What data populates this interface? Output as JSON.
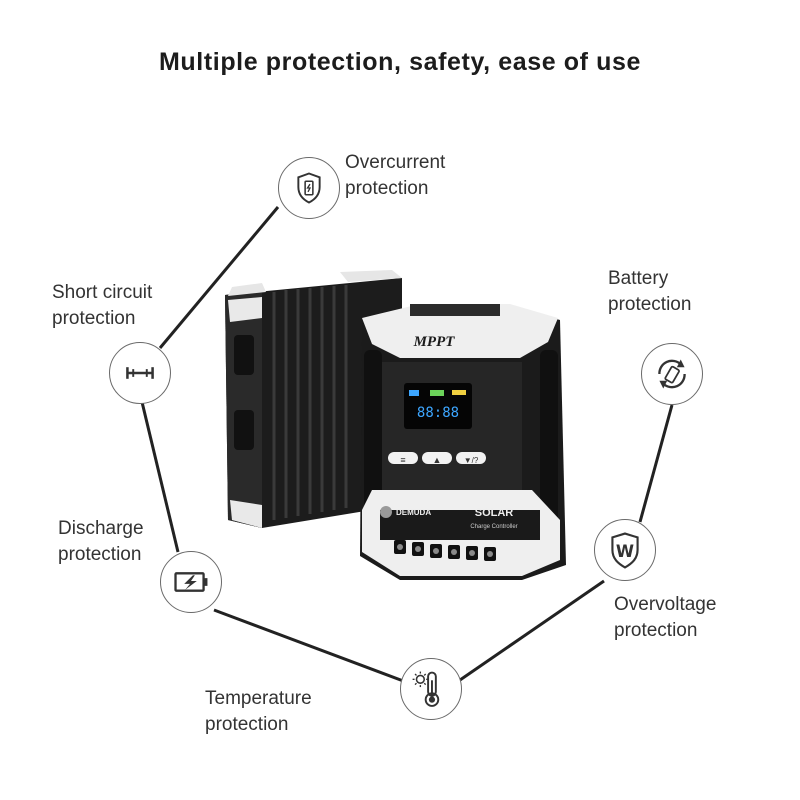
{
  "title": "Multiple protection, safety, ease of use",
  "features": [
    {
      "id": "overcurrent",
      "line1": "Overcurrent",
      "line2": "protection",
      "icon": "shield-battery-icon"
    },
    {
      "id": "short-circuit",
      "line1": "Short circuit",
      "line2": "protection",
      "icon": "short-circuit-icon"
    },
    {
      "id": "battery",
      "line1": "Battery",
      "line2": "protection",
      "icon": "battery-cycle-icon"
    },
    {
      "id": "discharge",
      "line1": "Discharge",
      "line2": "protection",
      "icon": "discharge-battery-icon"
    },
    {
      "id": "overvoltage",
      "line1": "Overvoltage",
      "line2": "protection",
      "icon": "w-shield-icon"
    },
    {
      "id": "temperature",
      "line1": "Temperature",
      "line2": "protection",
      "icon": "thermometer-sun-icon"
    }
  ],
  "product": {
    "badge": "MPPT",
    "display_digits": "88:88",
    "brand": "DEMUDA",
    "model": "SOLAR",
    "model_sub": "Charge Controller",
    "button_menu": "≡",
    "button_up": "▲",
    "button_down": "▼/?"
  },
  "colors": {
    "line": "#222222",
    "circle_border": "#6a6a6a",
    "device_body": "#1d1d1d",
    "device_trim": "#eeeeee",
    "screen_accent": "#3da6ff"
  }
}
